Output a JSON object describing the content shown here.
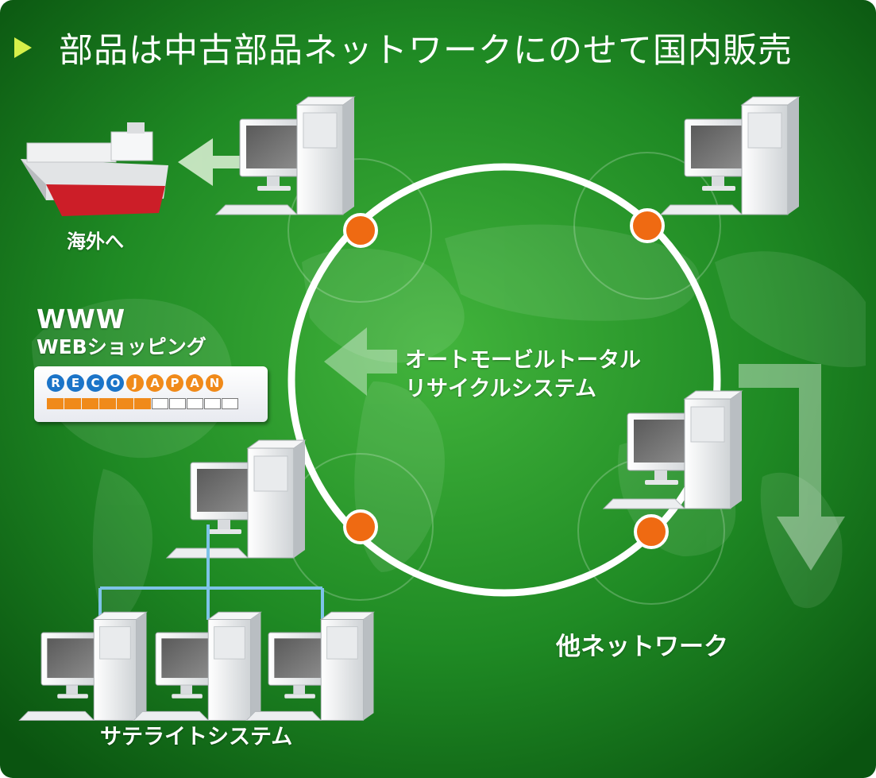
{
  "title": "部品は中古部品ネットワークにのせて国内販売",
  "labels": {
    "overseas": "海外へ",
    "www": "WWW",
    "web_shopping": "WEBショッピング",
    "center_line1": "オートモービルトータル",
    "center_line2": "リサイクルシステム",
    "other_network": "他ネットワーク",
    "satellite_system": "サテライトシステム"
  },
  "logo": {
    "letters": [
      "R",
      "E",
      "C",
      "O",
      "J",
      "A",
      "P",
      "A",
      "N"
    ],
    "letter_colors": [
      "#1b74c8",
      "#1b74c8",
      "#1b74c8",
      "#1b74c8",
      "#f08a1a",
      "#f08a1a",
      "#f08a1a",
      "#f08a1a",
      "#f08a1a"
    ]
  },
  "colors": {
    "background_dark": "#0b5a12",
    "background_light": "#3cae3a",
    "ring": "#ffffff",
    "node": "#ef6a12",
    "satellite_link": "#7ec3e8",
    "title_arrow": "#d6f04a"
  },
  "icons": [
    "cargo-ship-icon",
    "computer-icon",
    "arrow-left-icon",
    "arrow-down-icon",
    "world-map-icon"
  ]
}
